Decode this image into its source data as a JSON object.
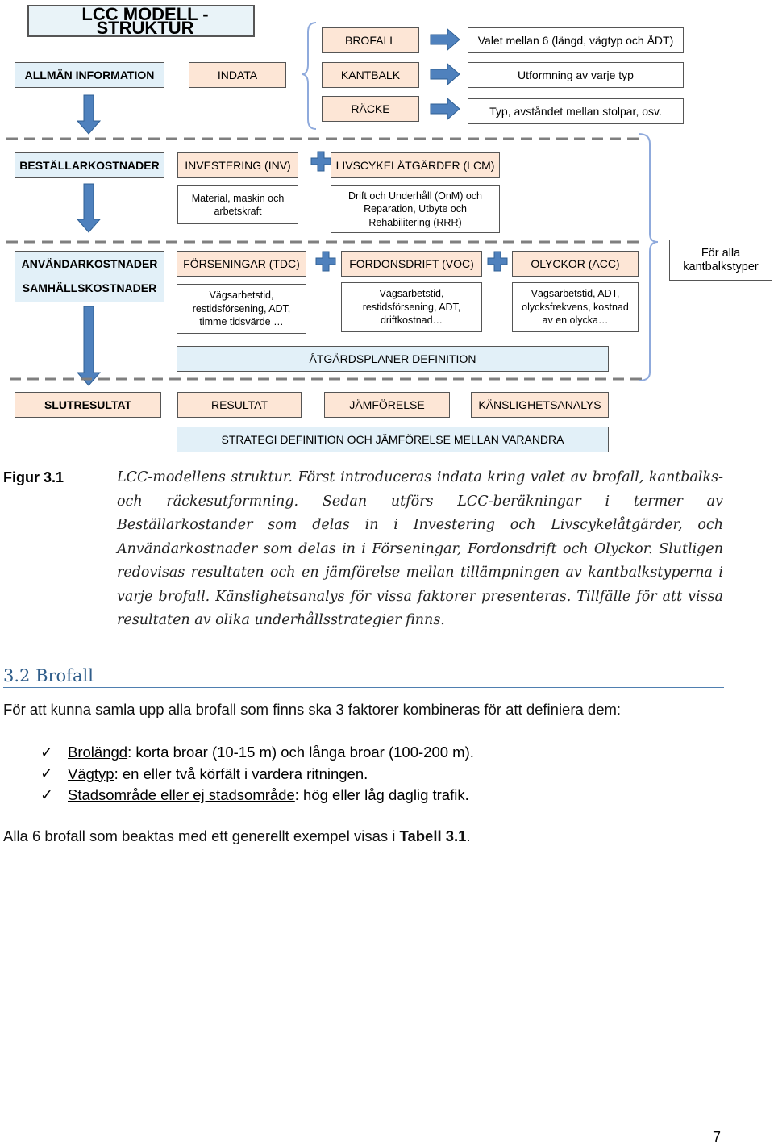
{
  "diagram": {
    "header": "LCC MODELL - STRUKTUR",
    "row1": {
      "allman": "ALLMÄN INFORMATION",
      "indata": "INDATA",
      "brofall": "BROFALL",
      "kantbalk": "KANTBALK",
      "racke": "RÄCKE",
      "brofall_desc": "Valet mellan 6 (längd, vägtyp och ÅDT)",
      "kantbalk_desc": "Utformning av varje typ",
      "racke_desc": "Typ, avståndet mellan stolpar, osv."
    },
    "row2": {
      "bestallar": "BESTÄLLARKOSTNADER",
      "investering": "INVESTERING (INV)",
      "lcm": "LIVSCYKELÅTGÄRDER (LCM)",
      "inv_desc": "Material, maskin och arbetskraft",
      "lcm_desc": "Drift och Underhåll (OnM) och Reparation, Utbyte och Rehabilitering (RRR)"
    },
    "row3": {
      "anvandar": "ANVÄNDARKOSTNADER",
      "samhalls": "SAMHÄLLSKOSTNADER",
      "forseningar": "FÖRSENINGAR (TDC)",
      "fordonsdrift": "FORDONSDRIFT (VOC)",
      "olyckor": "OLYCKOR (ACC)",
      "for_alla": "För alla kantbalkstyper",
      "tdc_desc": "Vägsarbetstid, restidsförsening, ADT, timme tidsvärde …",
      "voc_desc": "Vägsarbetstid, restidsförsening, ADT, driftkostnad…",
      "acc_desc": "Vägsarbetstid, ADT, olycksfrekvens, kostnad av en olycka…",
      "atgardsplaner": "ÅTGÄRDSPLANER DEFINITION"
    },
    "row4": {
      "slutresultat": "SLUTRESULTAT",
      "resultat": "RESULTAT",
      "jamforelse": "JÄMFÖRELSE",
      "kanslighet": "KÄNSLIGHETSANALYS",
      "strategi": "STRATEGI DEFINITION OCH JÄMFÖRELSE MELLAN VARANDRA"
    },
    "colors": {
      "arrow": "#4f81bd",
      "dashed": "#7f7f7f",
      "bracket": "#8faadc"
    }
  },
  "caption": {
    "label": "Figur 3.1",
    "text": "LCC-modellens struktur. Först introduceras indata kring valet av brofall, kantbalks- och räckesutformning. Sedan utförs LCC-beräkningar i termer av Beställarkostander som delas in i Investering och Livscykelåtgärder, och Användarkostnader som delas in i Förseningar, Fordonsdrift och Olyckor. Slutligen redovisas resultaten och en jämförelse mellan tillämpningen av kantbalkstyperna i varje brofall. Känslighetsanalys för vissa faktorer presenteras. Tillfälle för att vissa resultaten av olika underhållsstrategier finns."
  },
  "section": {
    "title": "3.2 Brofall",
    "intro": "För att kunna samla upp alla brofall som finns ska 3 faktorer kombineras för att definiera dem:",
    "bullets": [
      {
        "term": "Brolängd",
        "text": ": korta broar (10-15 m) och långa broar (100-200 m)."
      },
      {
        "term": "Vägtyp",
        "text": ": en eller två körfält i vardera ritningen."
      },
      {
        "term": "Stadsområde eller ej stadsområde",
        "text": ": hög eller låg daglig trafik."
      }
    ],
    "outro_text": "Alla 6 brofall som beaktas med ett generellt exempel visas i ",
    "outro_ref": "Tabell 3.1",
    "outro_end": "."
  },
  "page_number": "7"
}
